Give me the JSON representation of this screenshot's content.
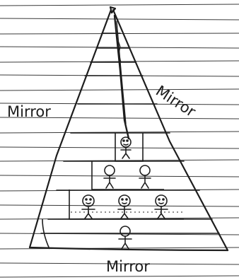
{
  "labels": {
    "left": "Mirror",
    "right": "Mirror",
    "bottom": "Mirror"
  },
  "colors": {
    "ink": "#1d1d1d",
    "paper_lines": "#3a3a3a",
    "background": "#ffffff"
  }
}
